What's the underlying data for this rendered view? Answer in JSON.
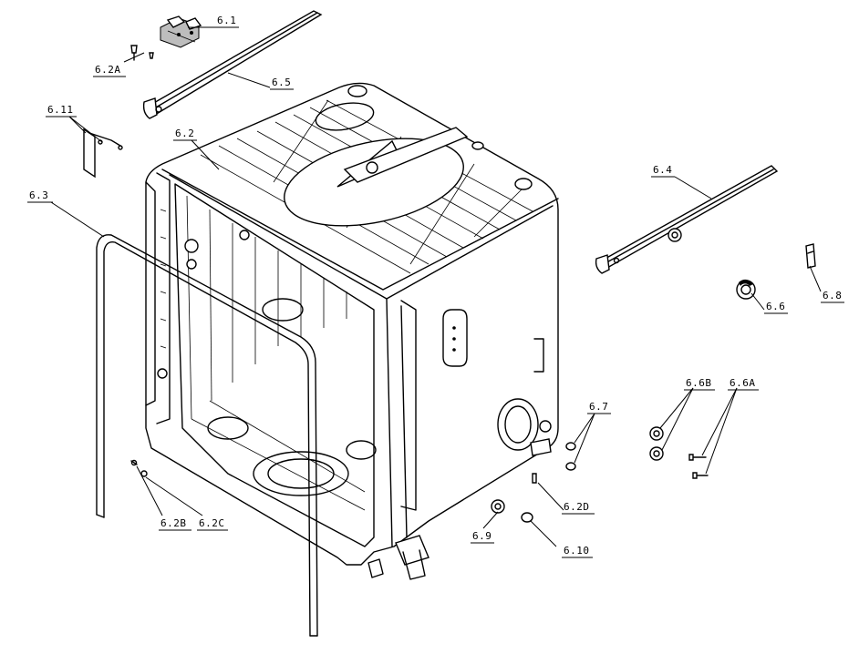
{
  "parts": [
    {
      "id": "6.1",
      "label": "6.1"
    },
    {
      "id": "6.2A",
      "label": "6.2A"
    },
    {
      "id": "6.5",
      "label": "6.5"
    },
    {
      "id": "6.11",
      "label": "6.11"
    },
    {
      "id": "6.2",
      "label": "6.2"
    },
    {
      "id": "6.3",
      "label": "6.3"
    },
    {
      "id": "6.4",
      "label": "6.4"
    },
    {
      "id": "6.8",
      "label": "6.8"
    },
    {
      "id": "6.6",
      "label": "6.6"
    },
    {
      "id": "6.6B",
      "label": "6.6B"
    },
    {
      "id": "6.6A",
      "label": "6.6A"
    },
    {
      "id": "6.7",
      "label": "6.7"
    },
    {
      "id": "6.2D",
      "label": "6.2D"
    },
    {
      "id": "6.9",
      "label": "6.9"
    },
    {
      "id": "6.10",
      "label": "6.10"
    },
    {
      "id": "6.2B",
      "label": "6.2B"
    },
    {
      "id": "6.2C",
      "label": "6.2C"
    }
  ]
}
